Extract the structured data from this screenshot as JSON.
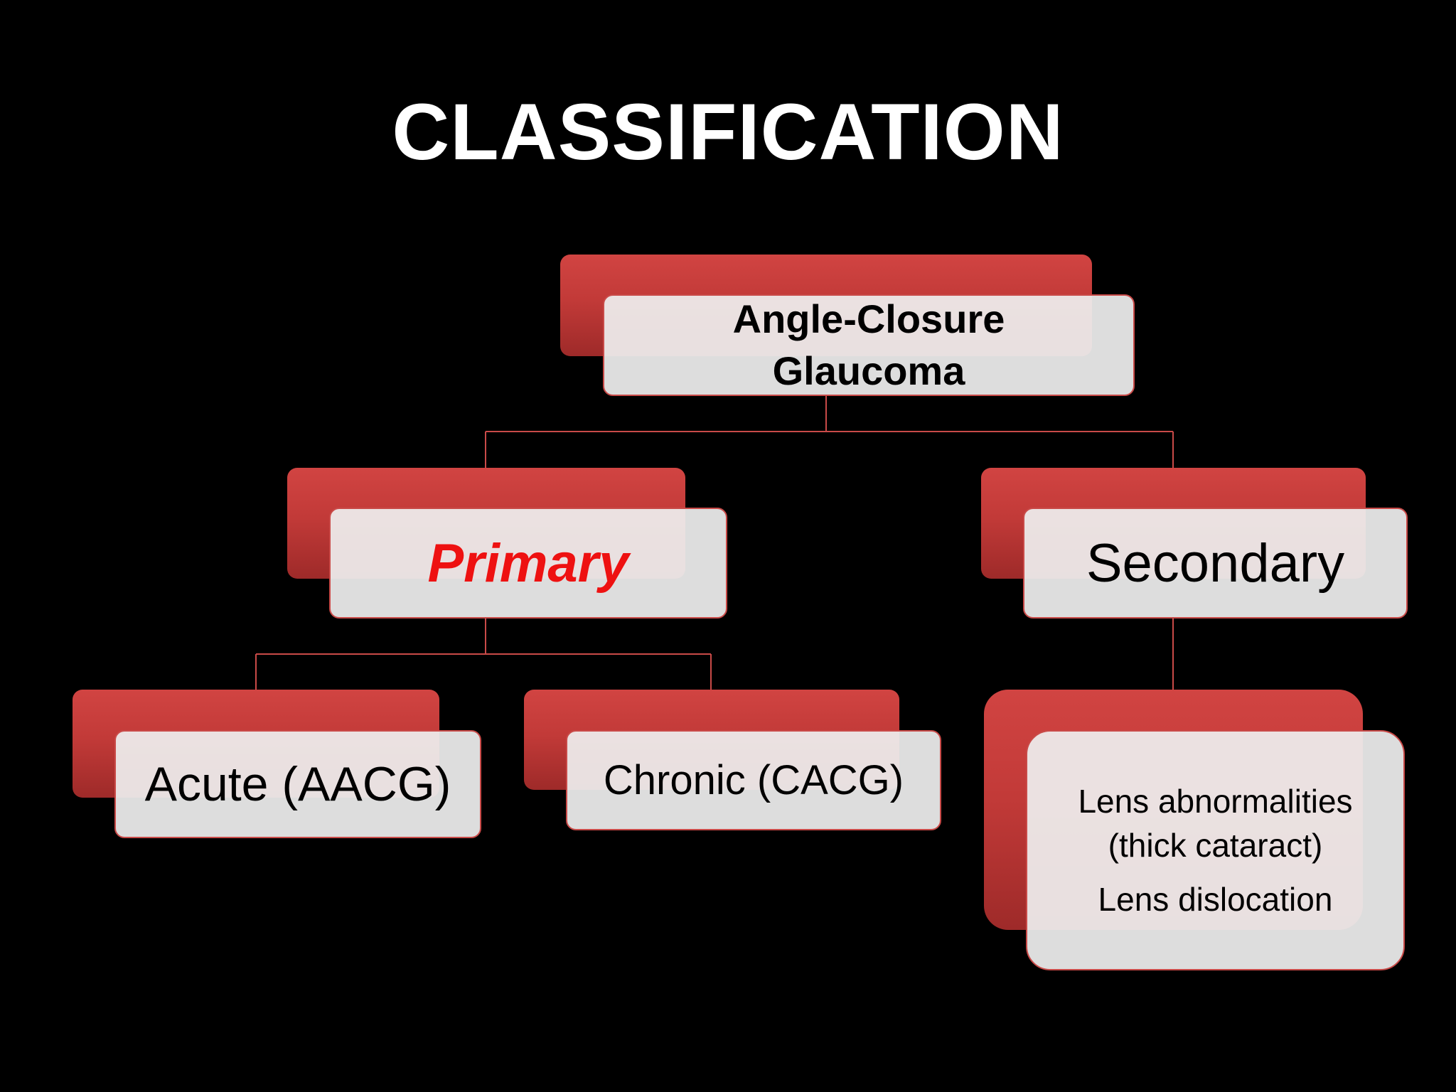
{
  "title": "CLASSIFICATION",
  "colors": {
    "background": "#000000",
    "node_back": "#c23a38",
    "node_front": "#eeeeee",
    "connector": "#c94a48",
    "primary_text": "#ee1111"
  },
  "hierarchy": {
    "root": {
      "line1": "Angle-Closure",
      "line2": "Glaucoma"
    },
    "primary": {
      "label": "Primary",
      "children": {
        "acute": "Acute (AACG)",
        "chronic": "Chronic (CACG)"
      }
    },
    "secondary": {
      "label": "Secondary",
      "children": {
        "lens_line1": "Lens abnormalities",
        "lens_line2": "(thick cataract)",
        "lens_line3": "Lens dislocation"
      }
    }
  }
}
